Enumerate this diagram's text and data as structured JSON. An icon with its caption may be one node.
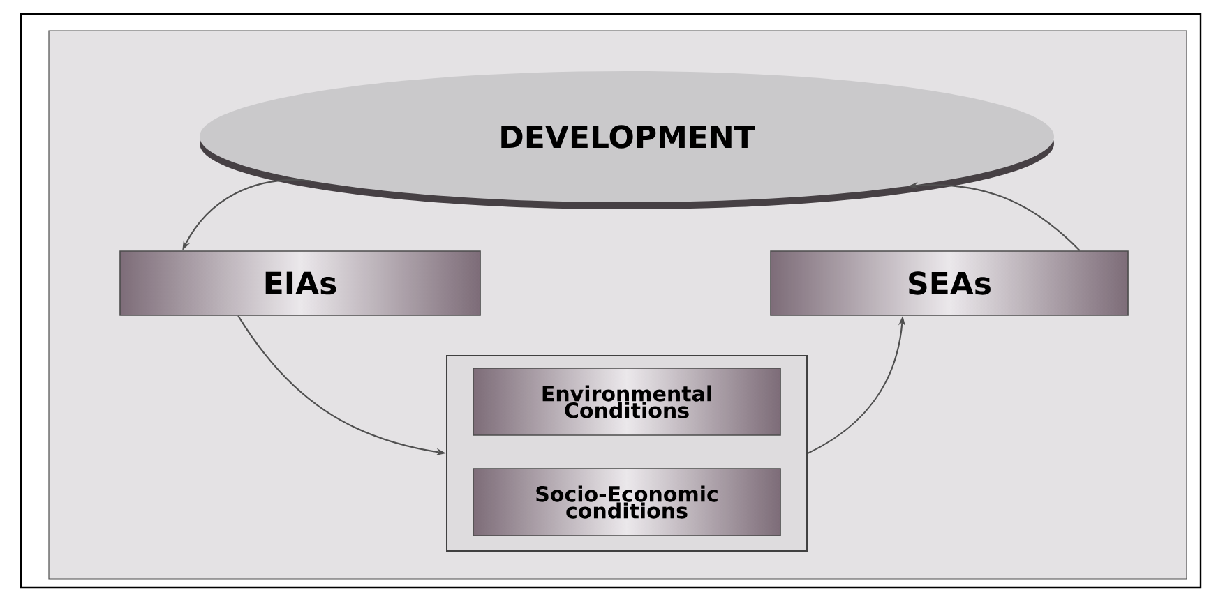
{
  "diagram": {
    "nodes": [
      {
        "text": [
          "DEVELOPMENT"
        ]
      },
      {
        "text": [
          "EIAs"
        ]
      },
      {
        "text": [
          "SEAs"
        ]
      },
      {
        "text": [],
        "shape": "box"
      },
      {
        "text": [
          "Environmental Conditions"
        ],
        "in": 3
      },
      {
        "text": [
          "Socio-Economic conditions"
        ],
        "in": 3
      }
    ],
    "edges": [
      {
        "from": 0,
        "to": 1,
        "arrow": "to"
      },
      {
        "from": 1,
        "to": 3,
        "arrow": "to"
      },
      {
        "from": 3,
        "to": 2,
        "arrow": "to"
      },
      {
        "from": 2,
        "to": 0,
        "arrow": "to"
      }
    ]
  }
}
